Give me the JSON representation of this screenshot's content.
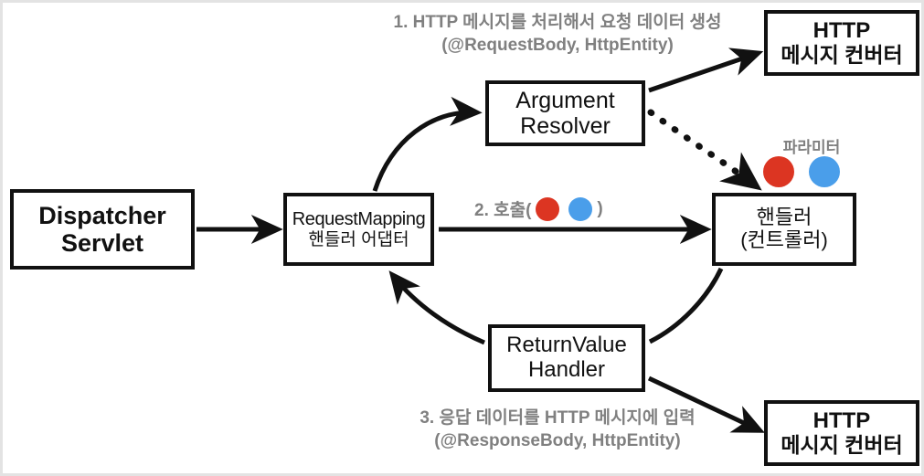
{
  "diagram": {
    "title": "Spring MVC RequestMapping handler adapter flow",
    "colors": {
      "box_border": "#111111",
      "caption_gray": "#808080",
      "param_red": "#dc3522",
      "param_blue": "#4a9eea",
      "canvas_frame": "#e3e3e3"
    },
    "nodes": {
      "dispatcher": {
        "line1": "Dispatcher",
        "line2": "Servlet"
      },
      "request_mapping": {
        "line1": "RequestMapping",
        "line2": "핸들러 어댑터"
      },
      "argument_resolver": {
        "line1": "Argument",
        "line2": "Resolver"
      },
      "handler": {
        "line1": "핸들러",
        "line2": "(컨트롤러)"
      },
      "return_value_handler": {
        "line1": "ReturnValue",
        "line2": "Handler"
      },
      "http_converter_top": {
        "line1": "HTTP",
        "line2": "메시지 컨버터"
      },
      "http_converter_bottom": {
        "line1": "HTTP",
        "line2": "메시지 컨버터"
      }
    },
    "captions": {
      "step1": {
        "line1": "1. HTTP 메시지를 처리해서 요청 데이터 생성",
        "line2": "(@RequestBody, HttpEntity)"
      },
      "step2": {
        "prefix": "2. 호출(",
        "suffix": ")"
      },
      "step3": {
        "line1": "3. 응답 데이터를 HTTP 메시지에 입력",
        "line2": "(@ResponseBody, HttpEntity)"
      },
      "parameter": "파라미터"
    },
    "edges": [
      {
        "name": "dispatcher-to-request-mapping",
        "style": "solid",
        "arrow": "end"
      },
      {
        "name": "request-mapping-to-argument-resolver",
        "style": "solid-curve",
        "arrow": "end"
      },
      {
        "name": "argument-resolver-to-http-converter-top",
        "style": "solid",
        "arrow": "end"
      },
      {
        "name": "argument-resolver-to-handler",
        "style": "dotted-curve",
        "arrow": "end"
      },
      {
        "name": "request-mapping-to-handler",
        "style": "solid",
        "arrow": "end"
      },
      {
        "name": "handler-to-return-value-handler",
        "style": "solid-curve",
        "arrow": "none"
      },
      {
        "name": "return-value-handler-to-request-mapping",
        "style": "solid-curve",
        "arrow": "end"
      },
      {
        "name": "return-value-handler-to-http-converter-bottom",
        "style": "solid",
        "arrow": "end"
      }
    ]
  }
}
